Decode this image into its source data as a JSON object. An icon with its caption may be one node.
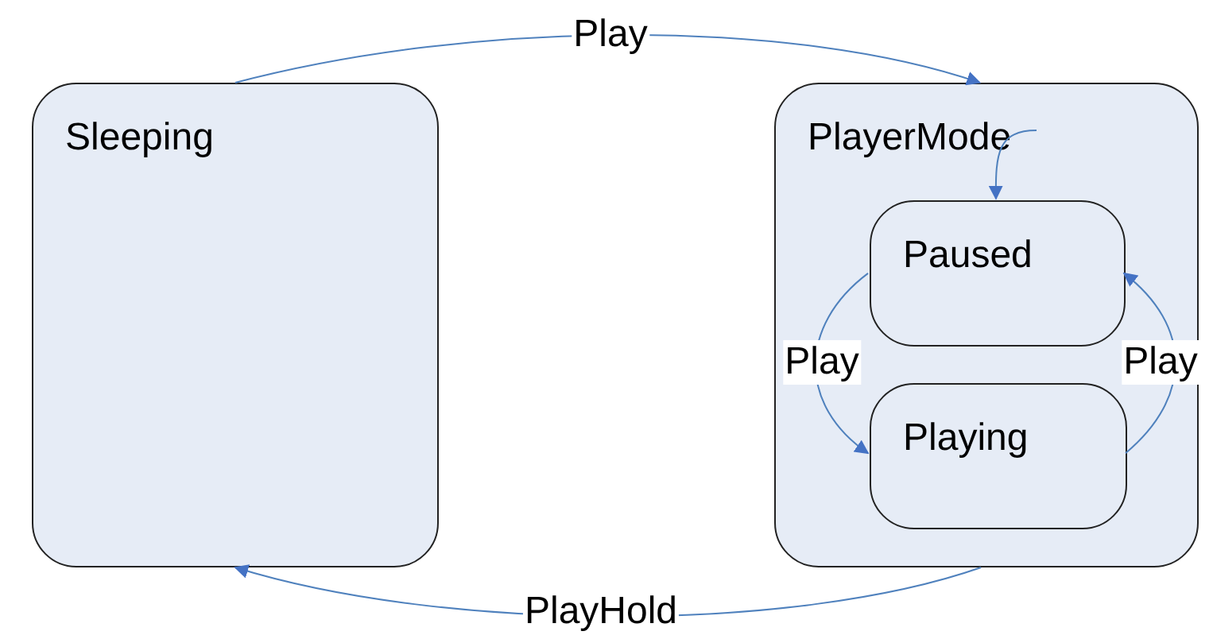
{
  "diagram": {
    "nodes": [
      {
        "text": [
          "Sleeping"
        ]
      },
      {
        "text": [
          "PlayerMode"
        ]
      },
      {
        "text": [
          "Paused"
        ],
        "in": 1
      },
      {
        "text": [
          "Playing"
        ],
        "in": 1
      }
    ],
    "edges": [
      {
        "from": 0,
        "to": 1,
        "label": "Play",
        "arrow": "to"
      },
      {
        "from": 1,
        "to": 0,
        "label": "PlayHold",
        "arrow": "to"
      },
      {
        "from": null,
        "to": 2,
        "arrow": "to"
      },
      {
        "from": 2,
        "to": 3,
        "label": "Play",
        "arrow": "to"
      },
      {
        "from": 3,
        "to": 2,
        "label": "Play",
        "arrow": "to"
      }
    ]
  }
}
